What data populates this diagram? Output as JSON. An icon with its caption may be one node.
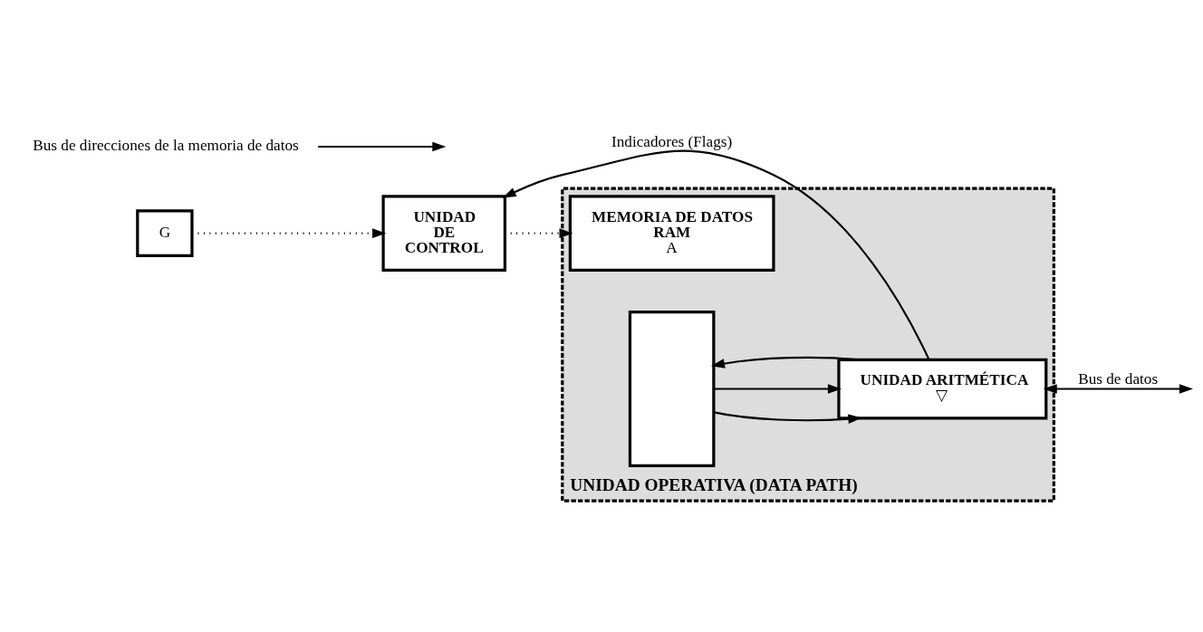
{
  "diagram": {
    "nodes": [
      {
        "text": [
          "UNIDAD OPERATIVA (DATA PATH)"
        ]
      },
      {
        "text": [
          "MEMORIA DE DATOS",
          "RAM",
          "A"
        ],
        "in": 0
      },
      {
        "text": [],
        "shape": "box",
        "in": 0
      },
      {
        "text": [
          "UNIDAD ARITMÉTICA",
          "▽"
        ],
        "in": 0
      },
      {
        "text": [
          "UNIDAD DE CONTROL"
        ]
      },
      {
        "text": [
          "G"
        ]
      },
      {
        "text": [
          "Bus de direcciones de la memoria de datos"
        ]
      }
    ],
    "edges": [
      {
        "from": 3,
        "to": 4,
        "arrow": "to",
        "label": "Indicadores (Flags)"
      },
      {
        "from": 4,
        "to": 1,
        "arrow": "to",
        "style": "dashed"
      },
      {
        "from": 6,
        "to": null,
        "arrow": "to"
      },
      {
        "from": 5,
        "to": 4,
        "arrow": "to",
        "style": "dashed"
      },
      {
        "from": 2,
        "to": 3,
        "arrow": "to"
      },
      {
        "from": 2,
        "to": 3,
        "arrow": "to"
      },
      {
        "from": 3,
        "to": 2,
        "arrow": "to"
      },
      {
        "from": 3,
        "to": null,
        "arrow": "both",
        "label": "Bus de datos"
      }
    ]
  }
}
